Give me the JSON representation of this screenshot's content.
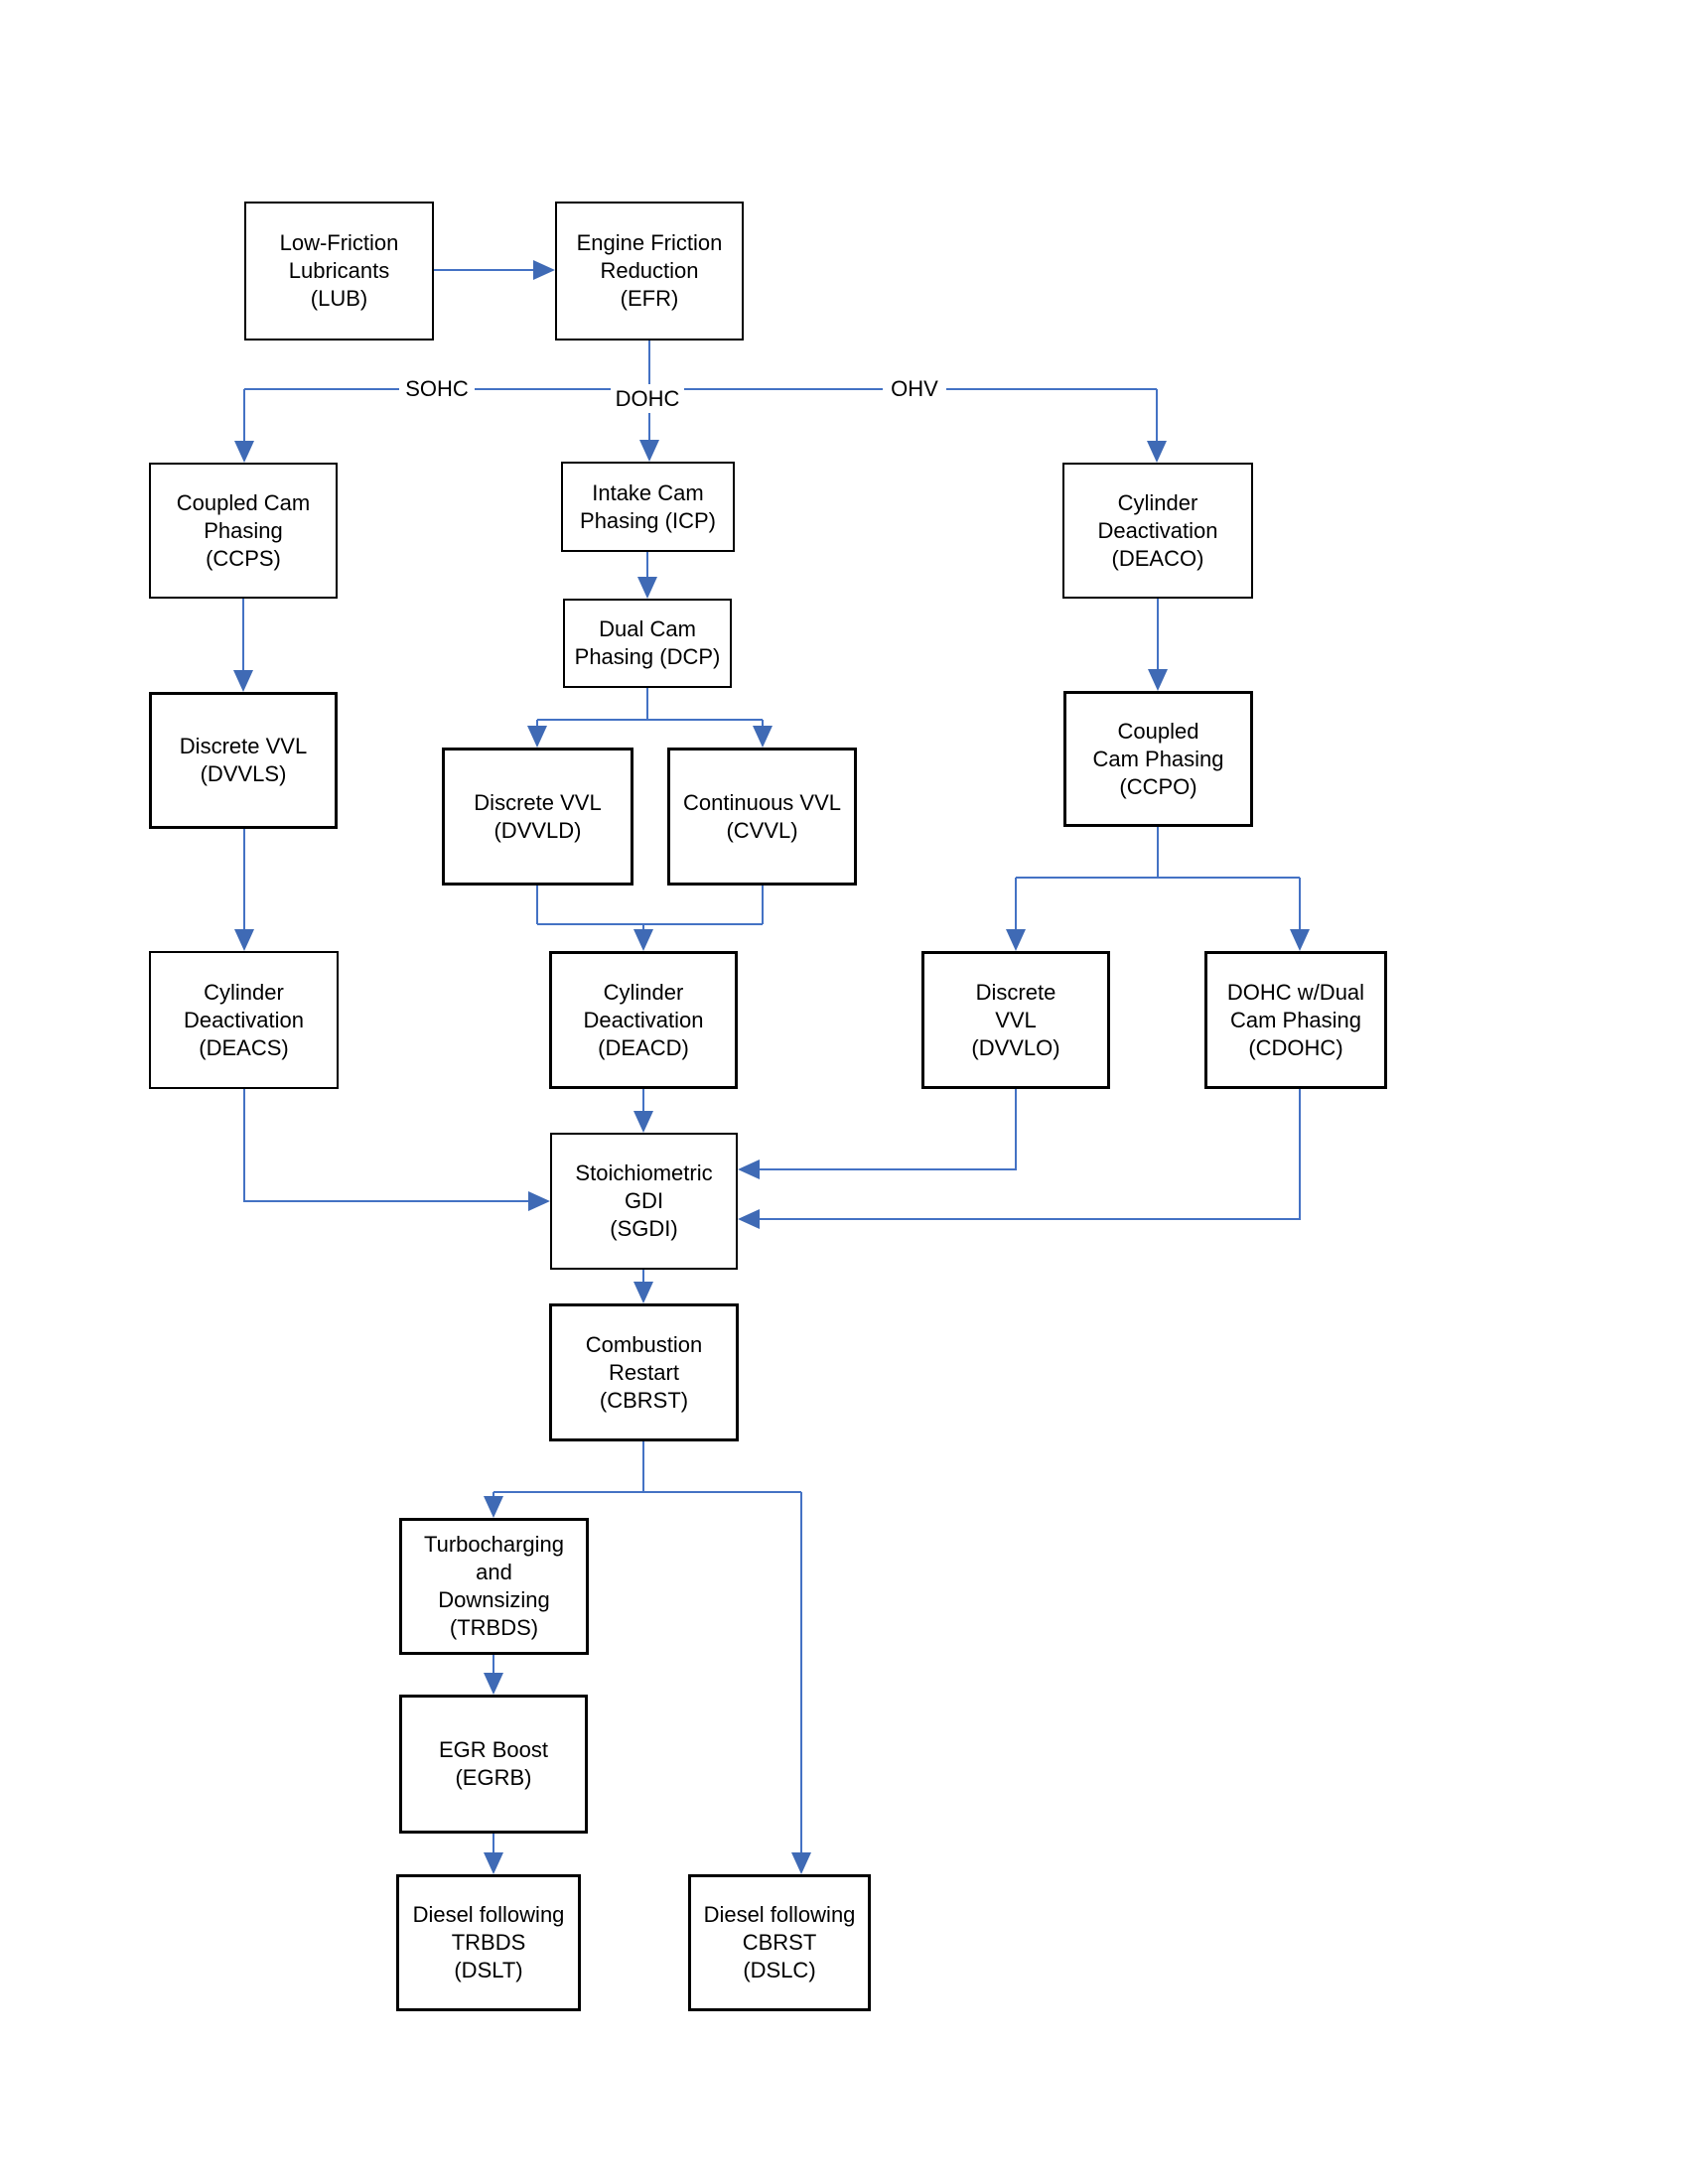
{
  "diagram": {
    "title": "Gasoline engine technology path flowchart",
    "colors": {
      "background": "#ffffff",
      "connector_line": "#4472c4",
      "arrowhead": "#3f6ab5",
      "box_border": "#000000",
      "text": "#000000"
    },
    "branch_labels": [
      {
        "id": "sohc",
        "text": "SOHC"
      },
      {
        "id": "dohc",
        "text": "DOHC"
      },
      {
        "id": "ohv",
        "text": "OHV"
      }
    ],
    "nodes": [
      {
        "id": "LUB",
        "abbr": "LUB",
        "label": "Low-Friction\nLubricants\n(LUB)"
      },
      {
        "id": "EFR",
        "abbr": "EFR",
        "label": "Engine Friction\nReduction\n(EFR)"
      },
      {
        "id": "CCPS",
        "abbr": "CCPS",
        "label": "Coupled Cam\nPhasing\n(CCPS)"
      },
      {
        "id": "ICP",
        "abbr": "ICP",
        "label": "Intake Cam\nPhasing (ICP)"
      },
      {
        "id": "DEACO",
        "abbr": "DEACO",
        "label": "Cylinder\nDeactivation\n(DEACO)"
      },
      {
        "id": "DCP",
        "abbr": "DCP",
        "label": "Dual Cam\nPhasing (DCP)"
      },
      {
        "id": "DVVLS",
        "abbr": "DVVLS",
        "label": "Discrete VVL\n(DVVLS)"
      },
      {
        "id": "CCPO",
        "abbr": "CCPO",
        "label": "Coupled\nCam Phasing\n(CCPO)"
      },
      {
        "id": "DVVLD",
        "abbr": "DVVLD",
        "label": "Discrete VVL\n(DVVLD)"
      },
      {
        "id": "CVVL",
        "abbr": "CVVL",
        "label": "Continuous VVL\n(CVVL)"
      },
      {
        "id": "DEACS",
        "abbr": "DEACS",
        "label": "Cylinder\nDeactivation\n(DEACS)"
      },
      {
        "id": "DEACD",
        "abbr": "DEACD",
        "label": "Cylinder\nDeactivation\n(DEACD)"
      },
      {
        "id": "DVVLO",
        "abbr": "DVVLO",
        "label": "Discrete\nVVL\n(DVVLO)"
      },
      {
        "id": "CDOHC",
        "abbr": "CDOHC",
        "label": "DOHC w/Dual\nCam Phasing\n(CDOHC)"
      },
      {
        "id": "SGDI",
        "abbr": "SGDI",
        "label": "Stoichiometric\nGDI\n(SGDI)"
      },
      {
        "id": "CBRST",
        "abbr": "CBRST",
        "label": "Combustion\nRestart\n(CBRST)"
      },
      {
        "id": "TRBDS",
        "abbr": "TRBDS",
        "label": "Turbocharging\nand\nDownsizing\n(TRBDS)"
      },
      {
        "id": "EGRB",
        "abbr": "EGRB",
        "label": "EGR Boost\n(EGRB)"
      },
      {
        "id": "DSLT",
        "abbr": "DSLT",
        "label": "Diesel following\nTRBDS\n(DSLT)"
      },
      {
        "id": "DSLC",
        "abbr": "DSLC",
        "label": "Diesel following\nCBRST\n(DSLC)"
      }
    ],
    "edges": [
      {
        "from": "LUB",
        "to": "EFR"
      },
      {
        "from": "EFR",
        "to": "CCPS",
        "branch": "SOHC"
      },
      {
        "from": "EFR",
        "to": "ICP",
        "branch": "DOHC"
      },
      {
        "from": "EFR",
        "to": "DEACO",
        "branch": "OHV"
      },
      {
        "from": "CCPS",
        "to": "DVVLS"
      },
      {
        "from": "ICP",
        "to": "DCP"
      },
      {
        "from": "DCP",
        "to": "DVVLD"
      },
      {
        "from": "DCP",
        "to": "CVVL"
      },
      {
        "from": "DEACO",
        "to": "CCPO"
      },
      {
        "from": "DVVLS",
        "to": "DEACS"
      },
      {
        "from": "DVVLD",
        "to": "DEACD"
      },
      {
        "from": "CVVL",
        "to": "DEACD"
      },
      {
        "from": "CCPO",
        "to": "DVVLO"
      },
      {
        "from": "CCPO",
        "to": "CDOHC"
      },
      {
        "from": "DEACS",
        "to": "SGDI"
      },
      {
        "from": "DEACD",
        "to": "SGDI"
      },
      {
        "from": "DVVLO",
        "to": "SGDI"
      },
      {
        "from": "CDOHC",
        "to": "SGDI"
      },
      {
        "from": "SGDI",
        "to": "CBRST"
      },
      {
        "from": "CBRST",
        "to": "TRBDS"
      },
      {
        "from": "CBRST",
        "to": "DSLC"
      },
      {
        "from": "TRBDS",
        "to": "EGRB"
      },
      {
        "from": "EGRB",
        "to": "DSLT"
      }
    ]
  }
}
